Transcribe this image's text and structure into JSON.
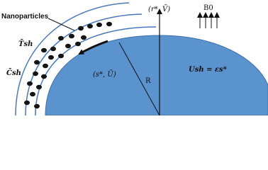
{
  "diagram": {
    "labels": {
      "nanoparticles": "Nanoparticles",
      "t_sh": "T̄sh",
      "c_sh": "C̄sh",
      "polar_coords": "(r*, V̄)",
      "field": "B0",
      "tangent_coords": "(s*, Ū)",
      "radius": "R",
      "surface_velocity": "Ush = εs*"
    },
    "colors": {
      "sphere_fill": "#5b93cf",
      "sphere_edge": "#3e6ea8",
      "boundary_lines": "#4a78b8",
      "particles": "#141414",
      "arrows": "#111111"
    },
    "particle_count": 22,
    "field_arrow_count": 4
  }
}
